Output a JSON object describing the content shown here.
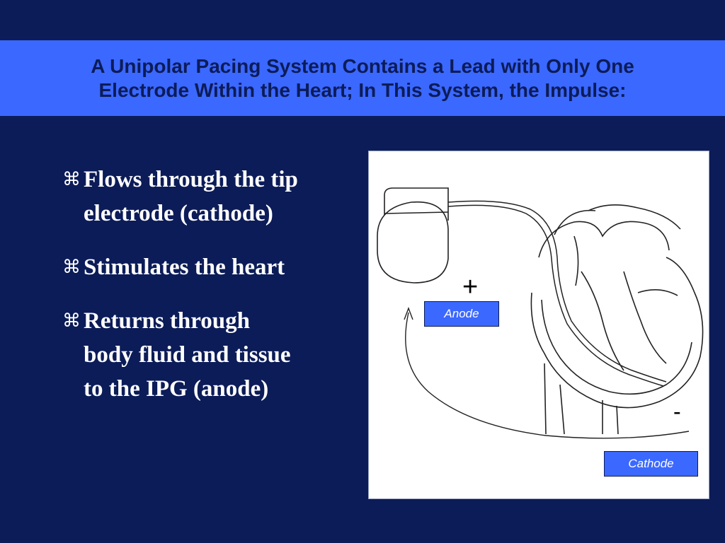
{
  "title": {
    "line1": "A Unipolar Pacing System Contains a Lead with Only One",
    "line2": "Electrode Within the Heart; In This System, the Impulse:"
  },
  "bullets": [
    {
      "marker": "⌘",
      "line1": "Flows through the tip",
      "line2": "electrode (cathode)"
    },
    {
      "marker": "⌘",
      "line1": "Stimulates the heart"
    },
    {
      "marker": "⌘",
      "line1": "Returns through",
      "line2": "body fluid and tissue",
      "line3": "to the IPG (anode)"
    }
  ],
  "figure": {
    "plus_sign": "+",
    "minus_sign": "-",
    "anode_label": "Anode",
    "cathode_label": "Cathode",
    "colors": {
      "label_fill": "#3b68ff",
      "background": "#0c1c58"
    }
  }
}
